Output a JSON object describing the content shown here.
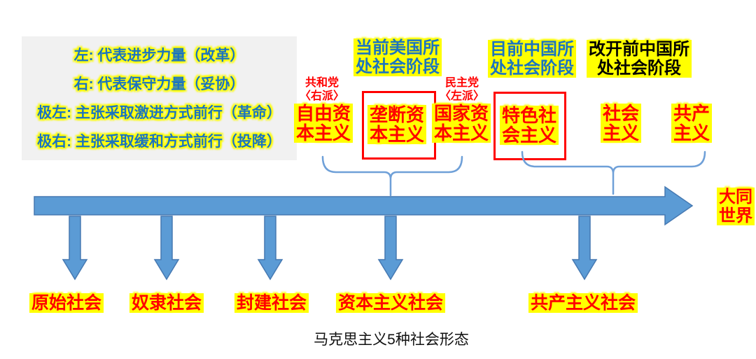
{
  "legend": {
    "lines": [
      "左: 代表进步力量（改革）",
      "右: 代表保守力量（妥协）",
      "极左: 主张采取激进方式前行（革命）",
      "极右: 主张采取缓和方式前行（投降）"
    ]
  },
  "headers": [
    {
      "id": "us-current-stage",
      "lines": [
        "当前美国所",
        "处社会阶段"
      ]
    },
    {
      "id": "china-current-stage",
      "lines": [
        "目前中国所",
        "处社会阶段"
      ]
    },
    {
      "id": "china-prereform-stage",
      "lines": [
        "改开前中国所",
        "处社会阶段"
      ]
    }
  ],
  "parties": [
    {
      "id": "republican",
      "lines": [
        "共和党",
        "〈右派〉"
      ]
    },
    {
      "id": "democrat",
      "lines": [
        "民主党",
        "〈左派〉"
      ]
    }
  ],
  "stages": [
    {
      "id": "free-capitalism",
      "lines": [
        "自由资",
        "本主义"
      ]
    },
    {
      "id": "monopoly-capitalism",
      "lines": [
        "垄断资",
        "本主义"
      ]
    },
    {
      "id": "state-capitalism",
      "lines": [
        "国家资",
        "本主义"
      ]
    },
    {
      "id": "chinese-socialism",
      "lines": [
        "特色社",
        "会主义"
      ]
    },
    {
      "id": "socialism",
      "lines": [
        "社会",
        "主义"
      ]
    },
    {
      "id": "communism",
      "lines": [
        "共产",
        "主义"
      ]
    }
  ],
  "timeline": {
    "end_label_lines": [
      "大同",
      "世界"
    ]
  },
  "bottom_labels": [
    "原始社会",
    "奴隶社会",
    "封建社会",
    "资本主义社会",
    "共产主义社会"
  ],
  "caption": "马克思主义5种社会形态",
  "colors": {
    "arrow_blue": "#5B9BD5",
    "arrow_border": "#4679B2",
    "brace_blue": "#6FA0D8",
    "text_blue": "#1B74C0",
    "highlight_yellow": "#FFFF00",
    "text_red": "#FF0000"
  }
}
